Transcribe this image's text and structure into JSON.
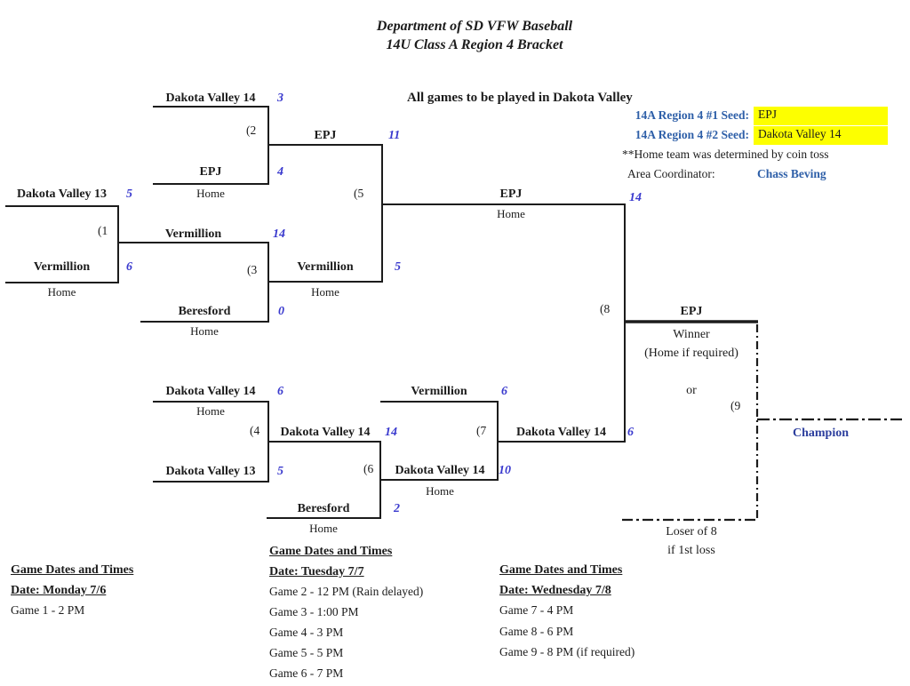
{
  "colors": {
    "ink": "#1c1c1c",
    "score-blue": "#3a3ace",
    "info-blue": "#2e5fa8",
    "champion-blue": "#2d3f9e",
    "highlight-yellow": "#fdff00"
  },
  "title": {
    "line1": "Department of SD VFW Baseball",
    "line2": "14U Class A Region 4 Bracket"
  },
  "info": {
    "venue_note": "All games to be played in Dakota Valley",
    "seed1_label": "14A Region 4 #1 Seed:",
    "seed1_value": "EPJ",
    "seed2_label": "14A Region 4 #2 Seed:",
    "seed2_value": "Dakota Valley 14",
    "coin_toss_note": "**Home team was determined by coin toss",
    "coordinator_label": "Area Coordinator:",
    "coordinator_value": "Chass Beving"
  },
  "games": {
    "g1": {
      "label": "(1",
      "top": {
        "name": "Dakota Valley 13",
        "score": "5"
      },
      "bottom": {
        "name": "Vermillion",
        "score": "6",
        "home": "Home"
      },
      "winner": {
        "name": "Vermillion",
        "score": "14"
      }
    },
    "g2": {
      "label": "(2",
      "top": {
        "name": "Dakota Valley 14",
        "score": "3"
      },
      "bottom": {
        "name": "EPJ",
        "score": "4",
        "home": "Home"
      },
      "winner": {
        "name": "EPJ",
        "score": "11"
      }
    },
    "g3": {
      "label": "(3",
      "bottom": {
        "name": "Beresford",
        "score": "0",
        "home": "Home"
      },
      "winner": {
        "name": "Vermillion",
        "score": "5",
        "home": "Home"
      }
    },
    "g4": {
      "label": "(4",
      "top": {
        "name": "Dakota Valley 14",
        "score": "6",
        "home": "Home"
      },
      "bottom": {
        "name": "Dakota Valley 13",
        "score": "5"
      },
      "winner": {
        "name": "Dakota Valley 14",
        "score": "14"
      }
    },
    "g5": {
      "label": "(5",
      "winner": {
        "name": "EPJ",
        "score": "14",
        "home": "Home"
      }
    },
    "g6": {
      "label": "(6",
      "bottom": {
        "name": "Beresford",
        "score": "2",
        "home": "Home"
      },
      "winner": {
        "name": "Dakota Valley 14",
        "score": "10",
        "home": "Home"
      }
    },
    "g7": {
      "label": "(7",
      "top": {
        "name": "Vermillion",
        "score": "6"
      },
      "winner": {
        "name": "Dakota Valley 14",
        "score": "6"
      }
    },
    "g8": {
      "label": "(8",
      "winner": {
        "name": "EPJ",
        "note1": "Winner",
        "note2": "(Home if required)"
      }
    },
    "g9": {
      "label": "(9",
      "or_text": "or",
      "champion_label": "Champion",
      "loser_note1": "Loser of 8",
      "loser_note2": "if 1st loss"
    }
  },
  "schedules": [
    {
      "header": "Game Dates and Times",
      "date": "Date: Monday 7/6",
      "games": [
        "Game 1 - 2 PM"
      ]
    },
    {
      "header": "Game Dates and Times",
      "date": "Date: Tuesday 7/7",
      "games": [
        "Game 2 - 12 PM (Rain delayed)",
        "Game 3 - 1:00 PM",
        "Game 4 - 3 PM",
        "Game 5 - 5 PM",
        "Game 6 - 7 PM"
      ]
    },
    {
      "header": "Game Dates and Times",
      "date": "Date: Wednesday 7/8",
      "games": [
        "Game 7 - 4 PM",
        "Game 8 - 6 PM",
        "Game 9 - 8 PM (if required)"
      ]
    }
  ]
}
